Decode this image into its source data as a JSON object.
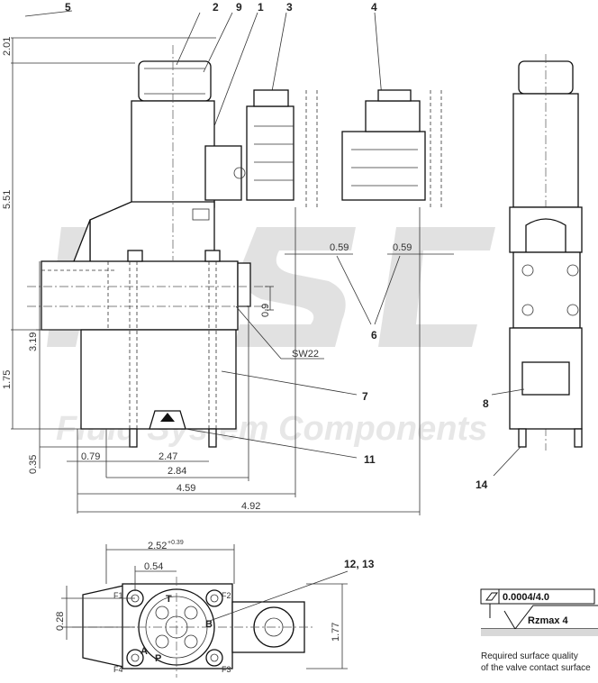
{
  "callouts": [
    "5",
    "2",
    "9",
    "1",
    "3",
    "4",
    "6",
    "7",
    "11",
    "8",
    "14",
    "12, 13"
  ],
  "dimensions": {
    "d_2_01": "2.01",
    "d_5_51": "5.51",
    "d_3_19": "3.19",
    "d_1_75": "1.75",
    "d_0_35": "0.35",
    "d_0_79": "0.79",
    "d_2_47": "2.47",
    "d_2_84": "2.84",
    "d_4_59": "4.59",
    "d_4_92": "4.92",
    "d_0_59_a": "0.59",
    "d_0_59_b": "0.59",
    "d_0_9": "0.9",
    "sw22": "SW22",
    "d_2_52": "2.52",
    "d_2_52_tol": "+0.39",
    "d_0_54": "0.54",
    "d_0_28": "0.28",
    "d_1_77": "1.77"
  },
  "port_labels": {
    "t": "T",
    "a": "A",
    "p": "P",
    "b": "B",
    "f1": "F1",
    "f2": "F2",
    "f3": "F3",
    "f4": "F4"
  },
  "watermark": {
    "logo": "FSC",
    "text": "Fluid System Components"
  },
  "surface": {
    "flatness": "0.0004/4.0",
    "roughness": "Rzmax 4",
    "note_line1": "Required surface quality",
    "note_line2": "of the valve contact surface"
  }
}
